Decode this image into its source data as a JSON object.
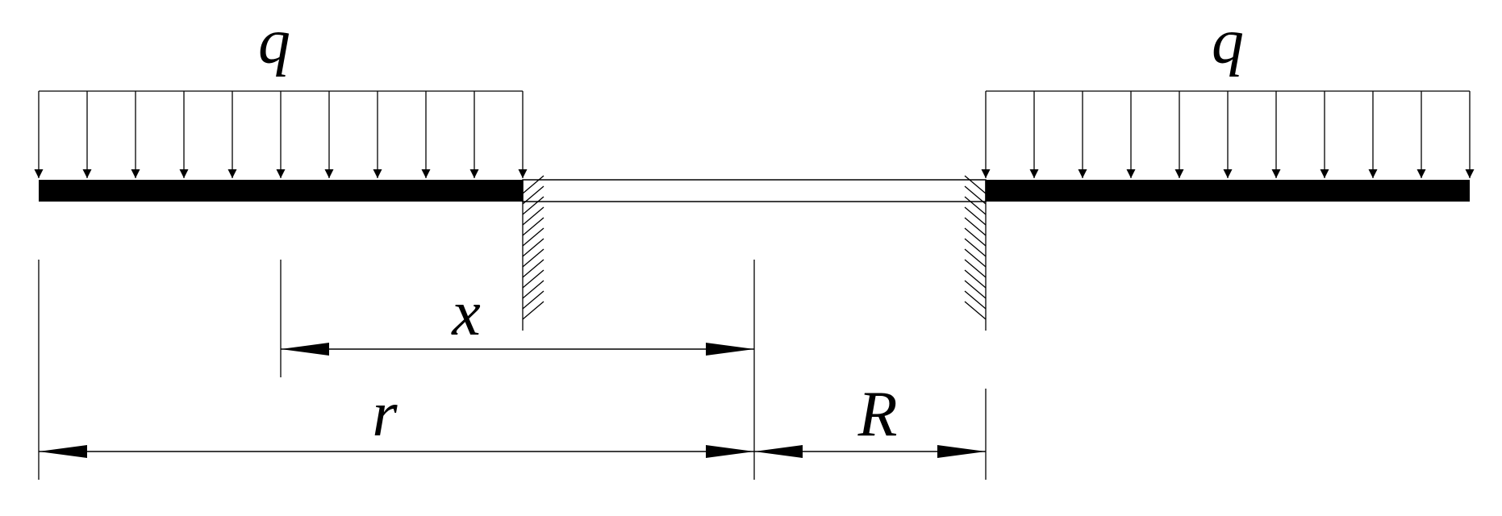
{
  "labels": {
    "load_left": "q",
    "load_right": "q",
    "dim_x": "x",
    "dim_r": "r",
    "dim_R": "R"
  },
  "colors": {
    "ink": "#000000",
    "background": "#ffffff"
  }
}
